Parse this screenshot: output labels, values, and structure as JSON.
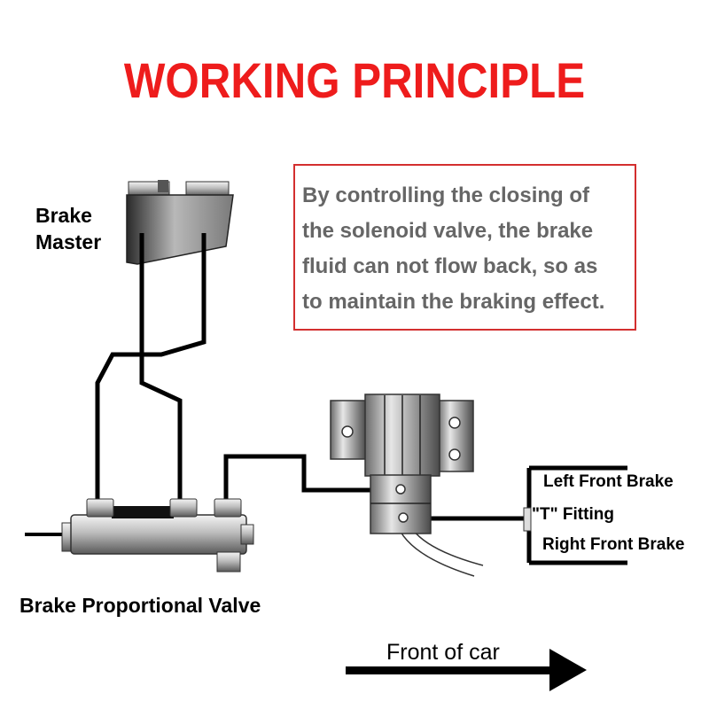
{
  "title": "WORKING PRINCIPLE",
  "info_lines": [
    "By controlling the closing of",
    "the solenoid valve, the brake",
    "fluid can not flow back, so as",
    "to maintain the braking effect."
  ],
  "labels": {
    "brake_master_line1": "Brake",
    "brake_master_line2": "Master",
    "proportional_valve": "Brake Proportional Valve",
    "left_front_brake": "Left Front Brake",
    "t_fitting": "\"T\" Fitting",
    "right_front_brake": "Right Front Brake",
    "front_of_car": "Front of car"
  },
  "colors": {
    "title": "#ee1c1c",
    "box_border": "#d32f2f",
    "box_text": "#666666"
  }
}
